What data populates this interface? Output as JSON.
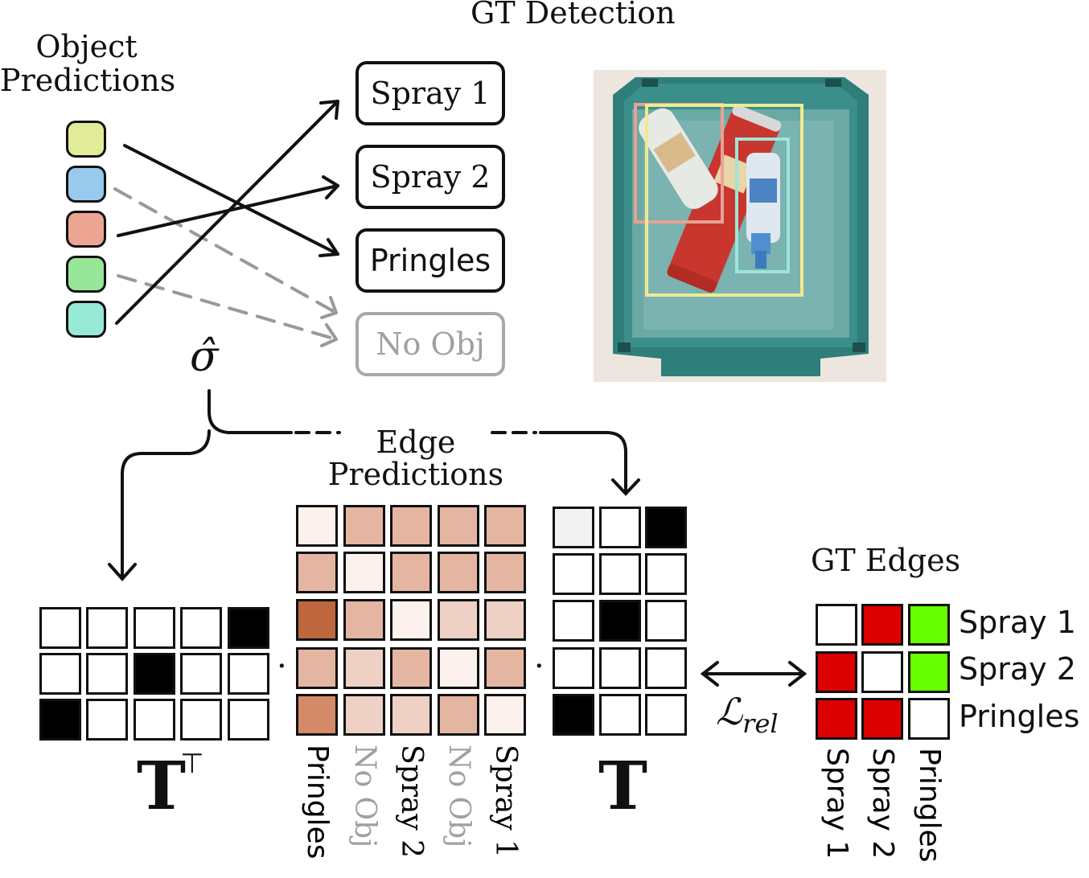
{
  "titles": {
    "gt_detection": "GT Detection",
    "object_predictions_line1": "Object",
    "object_predictions_line2": "Predictions",
    "edge_predictions_line1": "Edge",
    "edge_predictions_line2": "Predictions",
    "gt_edges": "GT Edges"
  },
  "targets": [
    {
      "label": "Spray 1",
      "style": "solid"
    },
    {
      "label": "Spray 2",
      "style": "solid"
    },
    {
      "label": "Pringles",
      "style": "solid"
    },
    {
      "label": "No Obj",
      "style": "gray"
    }
  ],
  "prediction_colors": [
    "#e2ec98",
    "#99c9ec",
    "#eda593",
    "#98e698",
    "#98e8d6"
  ],
  "matching": [
    {
      "from": 0,
      "to": 2,
      "style": "solid"
    },
    {
      "from": 1,
      "to": 3,
      "style": "dashed"
    },
    {
      "from": 2,
      "to": 1,
      "style": "solid"
    },
    {
      "from": 3,
      "to": 3,
      "style": "dashed"
    },
    {
      "from": 4,
      "to": 0,
      "style": "solid"
    }
  ],
  "symbols": {
    "sigma_hat": "σ̂",
    "T": "T",
    "transpose": "⊤",
    "dot": "·",
    "loss": "ℒ",
    "loss_sub": "rel"
  },
  "edge_matrix_colors": [
    [
      "#fdf1ed",
      "#e4b6a2",
      "#e4b6a2",
      "#e4b6a2",
      "#e4b6a2"
    ],
    [
      "#e4b6a2",
      "#fdf1ed",
      "#e4b6a2",
      "#e4b6a2",
      "#e4b6a2"
    ],
    [
      "#be663e",
      "#e4b6a2",
      "#fdf1ed",
      "#efd0c4",
      "#efd0c4"
    ],
    [
      "#e4b6a2",
      "#efd0c4",
      "#e4b6a2",
      "#fdf1ed",
      "#e4b6a2"
    ],
    [
      "#d48a68",
      "#efd0c4",
      "#efd0c4",
      "#e4b6a2",
      "#fdf1ed"
    ]
  ],
  "edge_col_labels": [
    {
      "text": "Pringles",
      "color": "#111111"
    },
    {
      "text": "No Obj",
      "color": "#a0a0a0"
    },
    {
      "text": "Spray 2",
      "color": "#111111"
    },
    {
      "text": "No Obj",
      "color": "#a0a0a0"
    },
    {
      "text": "Spray 1",
      "color": "#111111"
    }
  ],
  "T_matrix": [
    [
      0,
      0,
      1
    ],
    [
      0,
      0,
      0
    ],
    [
      0,
      1,
      0
    ],
    [
      0,
      0,
      0
    ],
    [
      1,
      0,
      0
    ]
  ],
  "T_first_cell_color": "#f2f2f2",
  "TT_matrix": [
    [
      0,
      0,
      0,
      0,
      1
    ],
    [
      0,
      0,
      1,
      0,
      0
    ],
    [
      1,
      0,
      0,
      0,
      0
    ]
  ],
  "gt_edges_colors": [
    [
      "#ffffff",
      "#dd0000",
      "#66ff00"
    ],
    [
      "#dd0000",
      "#ffffff",
      "#66ff00"
    ],
    [
      "#dd0000",
      "#dd0000",
      "#ffffff"
    ]
  ],
  "gt_edges_row_labels": [
    "Spray 1",
    "Spray 2",
    "Pringles"
  ],
  "gt_edges_col_labels": [
    "Spray 1",
    "Spray 2",
    "Pringles"
  ],
  "bbox_colors": {
    "pink": "#e8a294",
    "yellow": "#f0ea92",
    "cyan": "#9be6d8"
  }
}
